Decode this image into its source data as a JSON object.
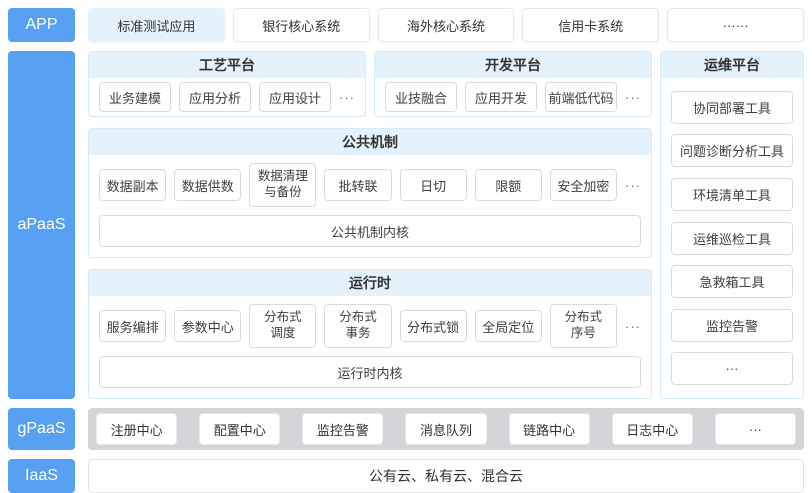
{
  "colors": {
    "accent_blue": "#58A1F2",
    "light_blue_fill": "#E4F2FB",
    "panel_border": "#D5EAF8",
    "chip_border": "#DBDBDB",
    "gray_band": "#D3D5D9",
    "text": "#333333"
  },
  "app_layer": {
    "label": "APP",
    "items": [
      "标准测试应用",
      "银行核心系统",
      "海外核心系统",
      "信用卡系统",
      "······"
    ]
  },
  "apaas": {
    "label": "aPaaS",
    "craft_platform": {
      "title": "工艺平台",
      "items": [
        "业务建模",
        "应用分析",
        "应用设计"
      ],
      "more": "···"
    },
    "dev_platform": {
      "title": "开发平台",
      "items": [
        "业技融合",
        "应用开发",
        "前端低代码"
      ],
      "more": "···"
    },
    "ops_platform": {
      "title": "运维平台",
      "items": [
        "协同部署工具",
        "问题诊断分析工具",
        "环境清单工具",
        "运维巡检工具",
        "急救箱工具",
        "监控告警",
        "···"
      ]
    },
    "common_mechanism": {
      "title": "公共机制",
      "items": [
        "数据副本",
        "数据供数",
        "数据清理\n与备份",
        "批转联",
        "日切",
        "限额",
        "安全加密"
      ],
      "more": "···",
      "kernel": "公共机制内核"
    },
    "runtime": {
      "title": "运行时",
      "items": [
        "服务编排",
        "参数中心",
        "分布式\n调度",
        "分布式\n事务",
        "分布式锁",
        "全局定位",
        "分布式\n序号"
      ],
      "more": "···",
      "kernel": "运行时内核"
    }
  },
  "gpaas": {
    "label": "gPaaS",
    "items": [
      "注册中心",
      "配置中心",
      "监控告警",
      "消息队列",
      "链路中心",
      "日志中心",
      "···"
    ]
  },
  "iaas": {
    "label": "IaaS",
    "content": "公有云、私有云、混合云"
  }
}
